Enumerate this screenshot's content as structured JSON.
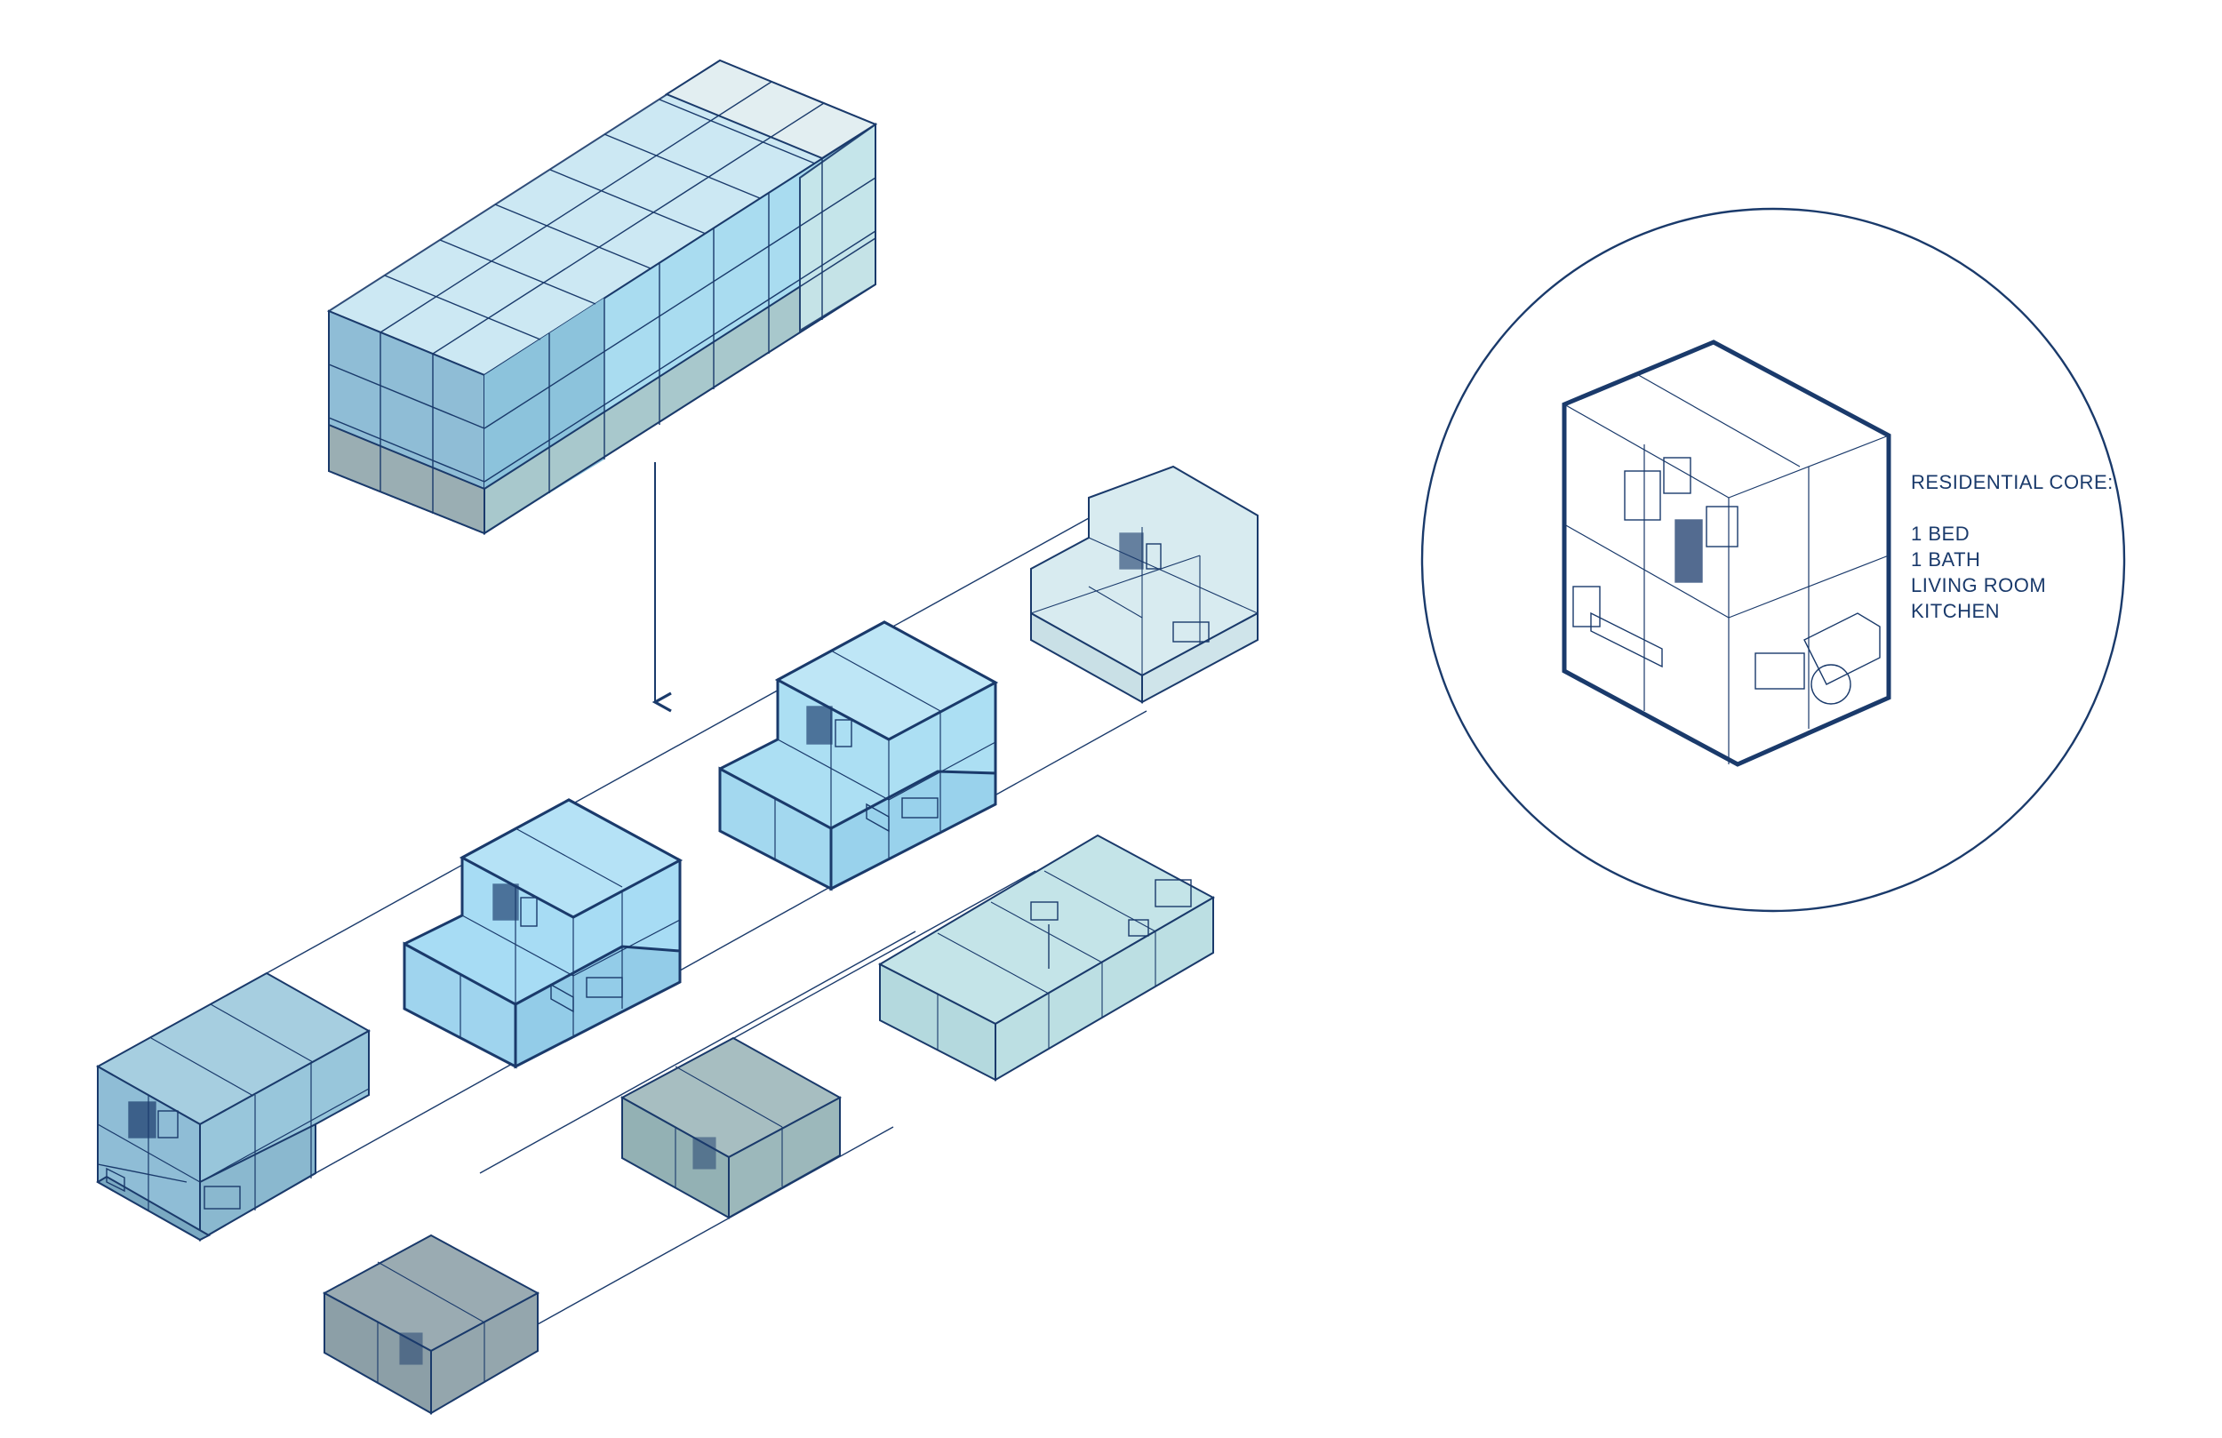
{
  "callout": {
    "title": "RESIDENTIAL CORE:",
    "items": [
      "1 BED",
      "1 BATH",
      "LIVING  ROOM",
      "KITCHEN"
    ]
  },
  "colors": {
    "stroke": "#1a3a6b",
    "light_blue": "#a9dcf0",
    "mid_blue": "#8ecbe6",
    "pale_teal": "#b3dde0",
    "steel_blue": "#8fbdd6",
    "grey_teal": "#93b1b4",
    "slate": "#8c9fa7"
  },
  "icons": [
    "arrow-down-icon",
    "magnifier-circle-icon"
  ]
}
